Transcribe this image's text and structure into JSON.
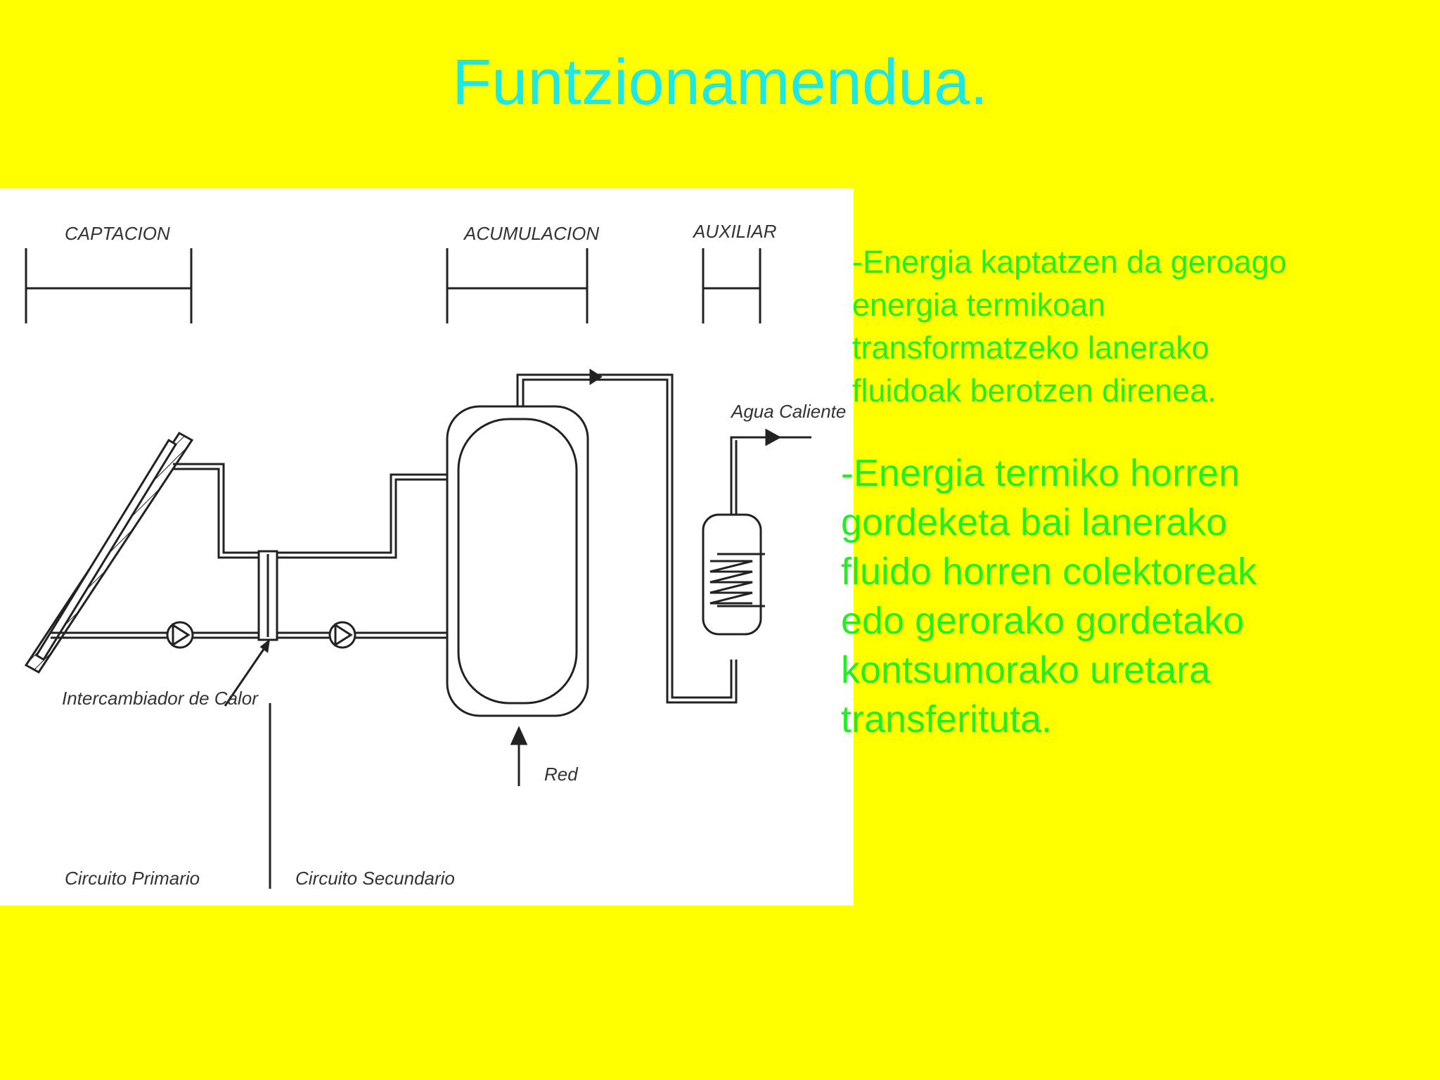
{
  "slide": {
    "title": "Funtzionamendua.",
    "bullets": [
      "-Energia kaptatzen da geroago\nenergia termikoan\ntransformatzeko lanerako\nfluidoak berotzen direnea.",
      "-Energia termiko horren\ngordeketa bai lanerako\nfluido horren colektoreak\nedo gerorako gordetako\nkontsumorako uretara\ntransferituta."
    ]
  },
  "diagram": {
    "sections": [
      "CAPTACION",
      "ACUMULACION",
      "AUXILIAR"
    ],
    "labels": {
      "hot_water": "Agua Caliente",
      "heat_exchanger": "Intercambiador de Calor",
      "mains": "Red",
      "primary_circuit": "Circuito Primario",
      "secondary_circuit": "Circuito Secundario"
    },
    "colors": {
      "line": "#222222",
      "label": "#333333"
    }
  }
}
